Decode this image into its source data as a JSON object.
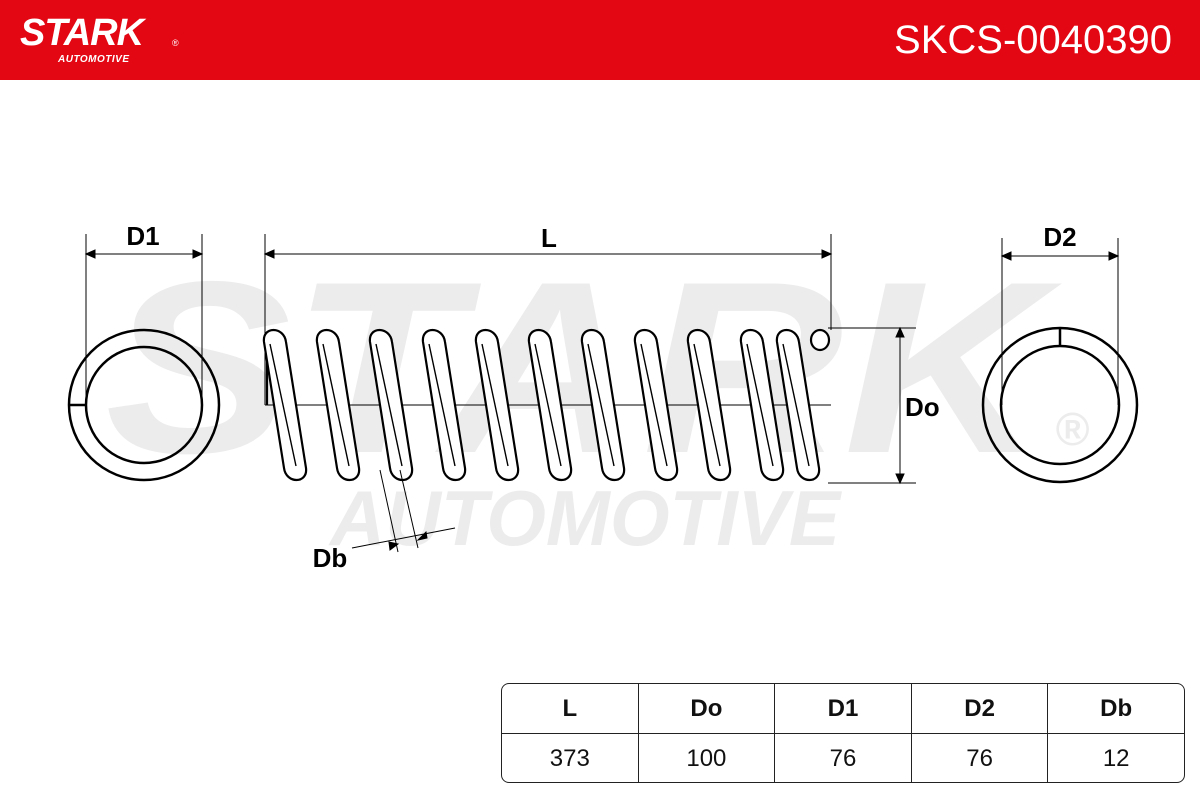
{
  "brand": {
    "name": "STARK",
    "sub": "AUTOMOTIVE",
    "registered": "®",
    "colors": {
      "header_red": "#e30613",
      "watermark": "#ececec",
      "line": "#000000"
    }
  },
  "part_number": "SKCS-0040390",
  "watermark": {
    "main": "STARK",
    "sub": "AUTOMOTIVE",
    "registered": "®"
  },
  "diagram_labels": {
    "d1": "D1",
    "l": "L",
    "d2": "D2",
    "do": "Do",
    "db": "Db"
  },
  "spec_table": {
    "headers": [
      "L",
      "Do",
      "D1",
      "D2",
      "Db"
    ],
    "values": [
      "373",
      "100",
      "76",
      "76",
      "12"
    ]
  }
}
